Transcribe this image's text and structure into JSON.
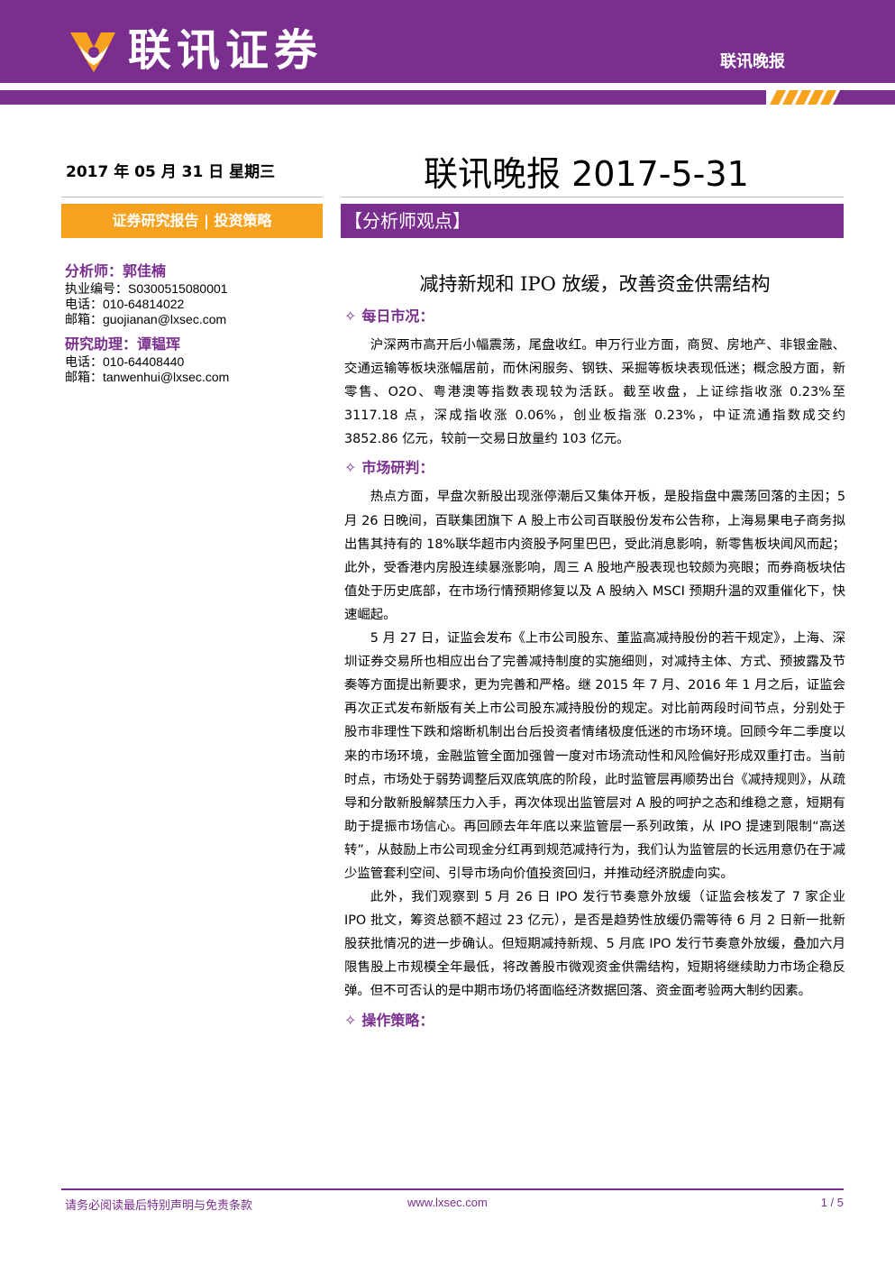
{
  "header": {
    "brand": "联讯证券",
    "right_label": "联讯晚报",
    "colors": {
      "primary": "#7a2e8e",
      "accent": "#f6a21e"
    }
  },
  "date": "2017 年 05 月 31 日 星期三",
  "report_title": "联讯晚报 2017-5-31",
  "orange_bar": "证券研究报告 | 投资策略",
  "purple_bar": "【分析师观点】",
  "sidebar": {
    "analyst_head": "分析师：郭佳楠",
    "analyst_lines": [
      "执业编号：S0300515080001",
      "电话：010-64814022",
      "邮箱：guojianan@lxsec.com"
    ],
    "assistant_head": "研究助理：谭韫珲",
    "assistant_lines": [
      "电话：010-64408440",
      "邮箱：tanwenhui@lxsec.com"
    ]
  },
  "article_title": "减持新规和 IPO 放缓，改善资金供需结构",
  "sections": [
    {
      "title": "每日市况：",
      "paragraphs": [
        "沪深两市高开后小幅震荡，尾盘收红。申万行业方面，商贸、房地产、非银金融、交通运输等板块涨幅居前，而休闲服务、钢铁、采掘等板块表现低迷；概念股方面，新零售、O2O、粤港澳等指数表现较为活跃。截至收盘，上证综指收涨 0.23%至 3117.18 点，深成指收涨 0.06%，创业板指涨 0.23%，中证流通指数成交约 3852.86 亿元，较前一交易日放量约 103 亿元。"
      ]
    },
    {
      "title": "市场研判：",
      "paragraphs": [
        "热点方面，早盘次新股出现涨停潮后又集体开板，是股指盘中震荡回落的主因；5 月 26 日晚间，百联集团旗下 A 股上市公司百联股份发布公告称，上海易果电子商务拟出售其持有的 18%联华超市内资股予阿里巴巴，受此消息影响，新零售板块闻风而起；此外，受香港内房股连续暴涨影响，周三 A 股地产股表现也较颇为亮眼；而券商板块估值处于历史底部，在市场行情预期修复以及 A 股纳入 MSCI 预期升温的双重催化下，快速崛起。",
        "5 月 27 日，证监会发布《上市公司股东、董监高减持股份的若干规定》，上海、深圳证券交易所也相应出台了完善减持制度的实施细则，对减持主体、方式、预披露及节奏等方面提出新要求，更为完善和严格。继 2015 年 7 月、2016 年 1 月之后，证监会再次正式发布新版有关上市公司股东减持股份的规定。对比前两段时间节点，分别处于股市非理性下跌和熔断机制出台后投资者情绪极度低迷的市场环境。回顾今年二季度以来的市场环境，金融监管全面加强曾一度对市场流动性和风险偏好形成双重打击。当前时点，市场处于弱势调整后双底筑底的阶段，此时监管层再顺势出台《减持规则》，从疏导和分散新股解禁压力入手，再次体现出监管层对 A 股的呵护之态和维稳之意，短期有助于提振市场信心。再回顾去年年底以来监管层一系列政策，从 IPO 提速到限制“高送转”，从鼓励上市公司现金分红再到规范减持行为，我们认为监管层的长远用意仍在于减少监管套利空间、引导市场向价值投资回归，并推动经济脱虚向实。",
        "此外，我们观察到 5 月 26 日 IPO 发行节奏意外放缓（证监会核发了 7 家企业 IPO 批文，筹资总额不超过 23 亿元），是否是趋势性放缓仍需等待 6 月 2 日新一批新股获批情况的进一步确认。但短期减持新规、5 月底 IPO 发行节奏意外放缓，叠加六月限售股上市规模全年最低，将改善股市微观资金供需结构，短期将继续助力市场企稳反弹。但不可否认的是中期市场仍将面临经济数据回落、资金面考验两大制约因素。"
      ]
    },
    {
      "title": "操作策略：",
      "paragraphs": []
    }
  ],
  "footer": {
    "left": "请务必阅读最后特别声明与免责条款",
    "mid": "www.lxsec.com",
    "right": "1 / 5"
  }
}
